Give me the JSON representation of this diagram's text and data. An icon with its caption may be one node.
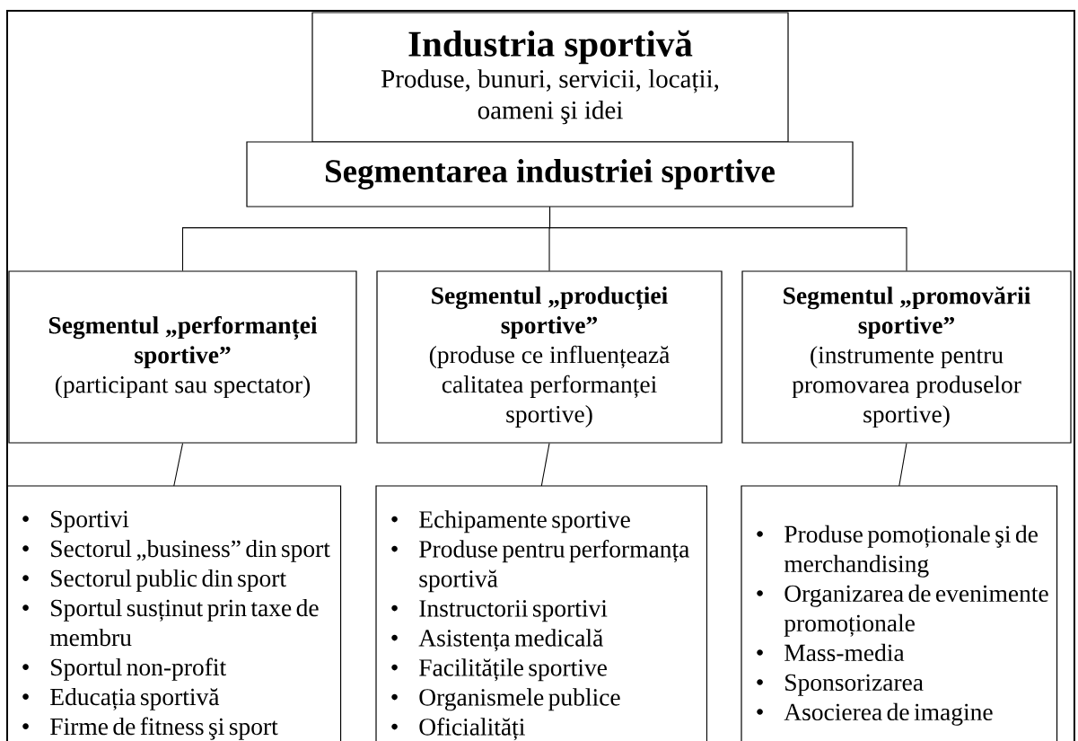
{
  "diagram": {
    "nodes": [
      {
        "text": [
          "Industria sportivă",
          "Produse, bunuri, servicii, locații, oameni şi idei"
        ]
      },
      {
        "text": [
          "Segmentarea industriei sportive"
        ]
      },
      {
        "text": [
          "Segmentul „performanței sportive”",
          "(participant sau spectator)"
        ]
      },
      {
        "text": [
          "Segmentul „producției sportive”",
          "(produse ce influențează calitatea performanței sportive)"
        ]
      },
      {
        "text": [
          "Segmentul „promovării sportive”",
          "(instrumente pentru promovarea produselor sportive)"
        ]
      },
      {
        "text": [
          "Sportivi",
          "Sectorul „business” din sport",
          "Sectorul public din sport",
          "Sportul susținut prin taxe de membru",
          "Sportul non-profit",
          "Educația sportivă",
          "Firme de fitness şi sport"
        ]
      },
      {
        "text": [
          "Echipamente sportive",
          "Produse pentru performanța sportivă",
          "Instructorii sportivi",
          "Asistența medicală",
          "Facilitățile sportive",
          "Organismele publice",
          "Oficialități"
        ]
      },
      {
        "text": [
          "Produse pomoționale şi de merchandising",
          "Organizarea de evenimente promoționale",
          "Mass-media",
          "Sponsorizarea",
          "Asocierea de imagine"
        ]
      }
    ],
    "edges": [
      {
        "from": 1,
        "to": 2,
        "arrow": "none"
      },
      {
        "from": 1,
        "to": 3,
        "arrow": "none"
      },
      {
        "from": 1,
        "to": 4,
        "arrow": "none"
      },
      {
        "from": 2,
        "to": 5,
        "arrow": "none"
      },
      {
        "from": 3,
        "to": 6,
        "arrow": "none"
      },
      {
        "from": 4,
        "to": 7,
        "arrow": "none"
      }
    ]
  }
}
